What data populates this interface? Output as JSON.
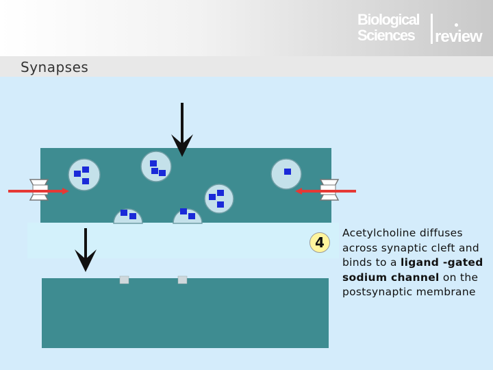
{
  "logo": {
    "line1": "Biological",
    "line2": "Sciences",
    "line3": "review"
  },
  "slide": {
    "title": "Synapses"
  },
  "diagram": {
    "step_number": "4",
    "description": {
      "t1": "Acetylcholine diffuses across synaptic cleft and binds to a ",
      "b1": "ligand -gated sodium channel",
      "t2": " on the postsynaptic membrane"
    }
  },
  "colors": {
    "membrane": "#3e8c91",
    "cleft": "#d3f1fb",
    "background": "#d4ecfb",
    "vesicle": "#c4e1ea",
    "acetylcholine": "#1a2ad8",
    "receptor": "#cfd8dc",
    "calcium_arrow": "#e53935",
    "badge": "#fff59d"
  }
}
